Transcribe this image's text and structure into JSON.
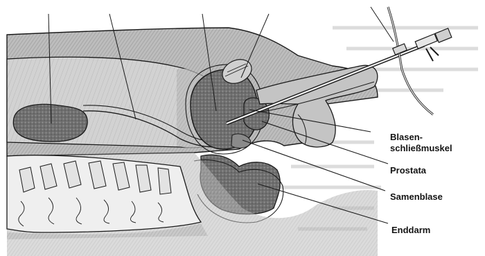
{
  "labels": {
    "bladder_sphincter_line1": "Blasen-",
    "bladder_sphincter_line2": "schließmuskel",
    "prostate": "Prostata",
    "seminal_vesicle": "Samenblase",
    "rectum": "Enddarm"
  },
  "colors": {
    "background": "#ffffff",
    "ink": "#1a1a1a",
    "tissue": "#c8c8c8",
    "tissue_dark": "#8f8f8f",
    "organ": "#7a7a7a",
    "bone": "#e6e6e6",
    "bleed_text": "#d6d6d6"
  },
  "icons": [
    "endoscope-icon"
  ]
}
